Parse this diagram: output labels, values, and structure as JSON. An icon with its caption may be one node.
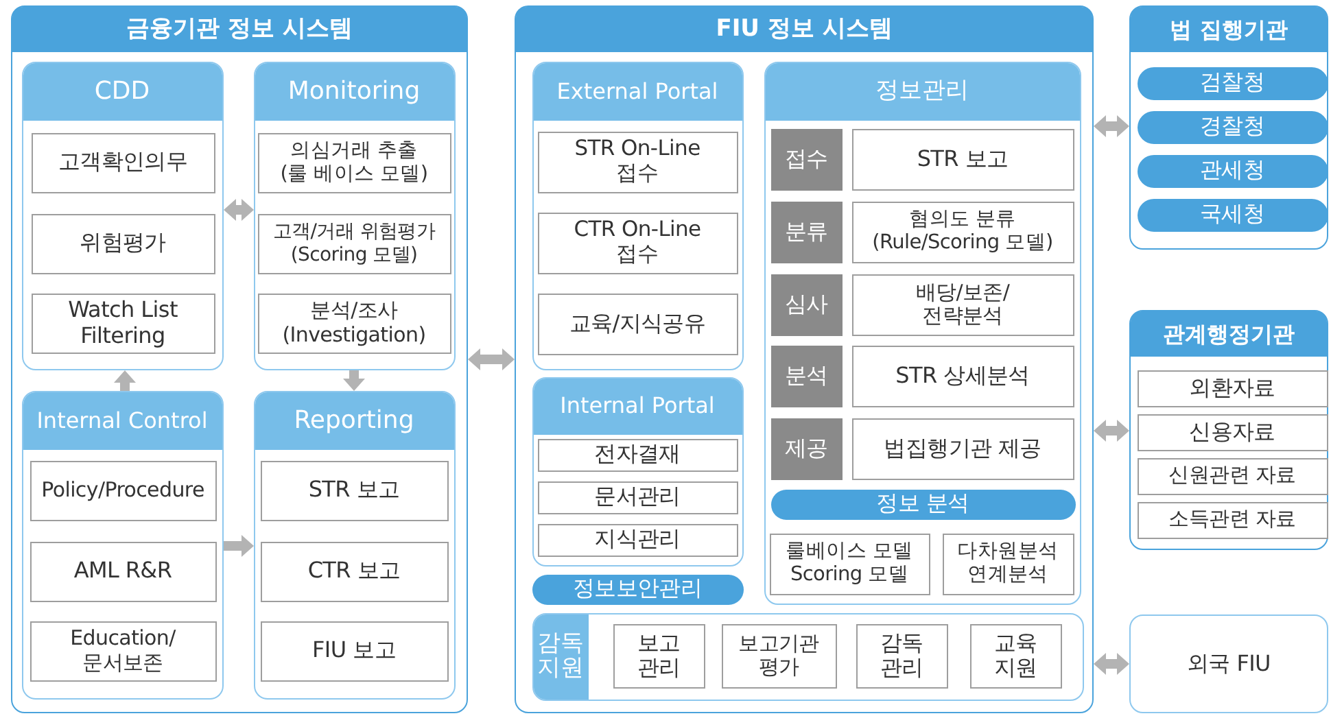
{
  "diagram": {
    "nodes": [
      {
        "text": [
          "금융기관 정보 시스템"
        ]
      },
      {
        "text": [
          "CDD"
        ],
        "in": 0
      },
      {
        "text": [
          "고객확인의무"
        ],
        "in": 1
      },
      {
        "text": [
          "위험평가"
        ],
        "in": 1
      },
      {
        "text": [
          "Watch List Filtering"
        ],
        "in": 1
      },
      {
        "text": [
          "Monitoring"
        ],
        "in": 0
      },
      {
        "text": [
          "의심거래 추출 (룰 베이스 모델)"
        ],
        "in": 5
      },
      {
        "text": [
          "고객/거래 위험평가 (Scoring 모델)"
        ],
        "in": 5
      },
      {
        "text": [
          "분석/조사 (Investigation)"
        ],
        "in": 5
      },
      {
        "text": [
          "Internal Control"
        ],
        "in": 0
      },
      {
        "text": [
          "Policy/Procedure"
        ],
        "in": 9
      },
      {
        "text": [
          "AML R&R"
        ],
        "in": 9
      },
      {
        "text": [
          "Education/ 문서보존"
        ],
        "in": 9
      },
      {
        "text": [
          "Reporting"
        ],
        "in": 0
      },
      {
        "text": [
          "STR 보고"
        ],
        "in": 13
      },
      {
        "text": [
          "CTR 보고"
        ],
        "in": 13
      },
      {
        "text": [
          "FIU 보고"
        ],
        "in": 13
      },
      {
        "text": [
          "FIU 정보 시스템"
        ]
      },
      {
        "text": [
          "External Portal"
        ],
        "in": 17
      },
      {
        "text": [
          "STR On-Line 접수"
        ],
        "in": 18
      },
      {
        "text": [
          "CTR On-Line 접수"
        ],
        "in": 18
      },
      {
        "text": [
          "교육/지식공유"
        ],
        "in": 18
      },
      {
        "text": [
          "Internal Portal"
        ],
        "in": 17
      },
      {
        "text": [
          "전자결재"
        ],
        "in": 22
      },
      {
        "text": [
          "문서관리"
        ],
        "in": 22
      },
      {
        "text": [
          "지식관리"
        ],
        "in": 22
      },
      {
        "text": [
          "정보보안관리"
        ],
        "in": 17
      },
      {
        "text": [
          "정보관리"
        ],
        "in": 17
      },
      {
        "text": [
          "접수"
        ],
        "in": 27
      },
      {
        "text": [
          "STR 보고"
        ],
        "in": 27
      },
      {
        "text": [
          "분류"
        ],
        "in": 27
      },
      {
        "text": [
          "혐의도 분류 (Rule/Scoring 모델)"
        ],
        "in": 27
      },
      {
        "text": [
          "심사"
        ],
        "in": 27
      },
      {
        "text": [
          "배당/보존/ 전략분석"
        ],
        "in": 27
      },
      {
        "text": [
          "분석"
        ],
        "in": 27
      },
      {
        "text": [
          "STR 상세분석"
        ],
        "in": 27
      },
      {
        "text": [
          "제공"
        ],
        "in": 27
      },
      {
        "text": [
          "법집행기관 제공"
        ],
        "in": 27
      },
      {
        "text": [
          "정보 분석"
        ],
        "in": 27
      },
      {
        "text": [
          "룰베이스 모델 Scoring 모델"
        ],
        "in": 27
      },
      {
        "text": [
          "다차원분석 연계분석"
        ],
        "in": 27
      },
      {
        "text": [
          "감독 지원"
        ],
        "in": 17
      },
      {
        "text": [
          "보고 관리"
        ],
        "in": 41
      },
      {
        "text": [
          "보고기관 평가"
        ],
        "in": 41
      },
      {
        "text": [
          "감독 관리"
        ],
        "in": 41
      },
      {
        "text": [
          "교육 지원"
        ],
        "in": 41
      },
      {
        "text": [
          "법 집행기관"
        ]
      },
      {
        "text": [
          "검찰청"
        ],
        "in": 46
      },
      {
        "text": [
          "경찰청"
        ],
        "in": 46
      },
      {
        "text": [
          "관세청"
        ],
        "in": 46
      },
      {
        "text": [
          "국세청"
        ],
        "in": 46
      },
      {
        "text": [
          "관계행정기관"
        ]
      },
      {
        "text": [
          "외환자료"
        ],
        "in": 51
      },
      {
        "text": [
          "신용자료"
        ],
        "in": 51
      },
      {
        "text": [
          "신원관련 자료"
        ],
        "in": 51
      },
      {
        "text": [
          "소득관련 자료"
        ],
        "in": 51
      },
      {
        "text": [
          "외국 FIU"
        ]
      }
    ],
    "edges": [
      {
        "from": 1,
        "to": 5,
        "arrow": "both"
      },
      {
        "from": 9,
        "to": 1,
        "arrow": "to"
      },
      {
        "from": 5,
        "to": 13,
        "arrow": "to"
      },
      {
        "from": 9,
        "to": 13,
        "arrow": "to"
      },
      {
        "from": 0,
        "to": 17,
        "arrow": "both"
      },
      {
        "from": 17,
        "to": 46,
        "arrow": "both"
      },
      {
        "from": 17,
        "to": 51,
        "arrow": "both"
      },
      {
        "from": 17,
        "to": 56,
        "arrow": "both"
      }
    ]
  }
}
